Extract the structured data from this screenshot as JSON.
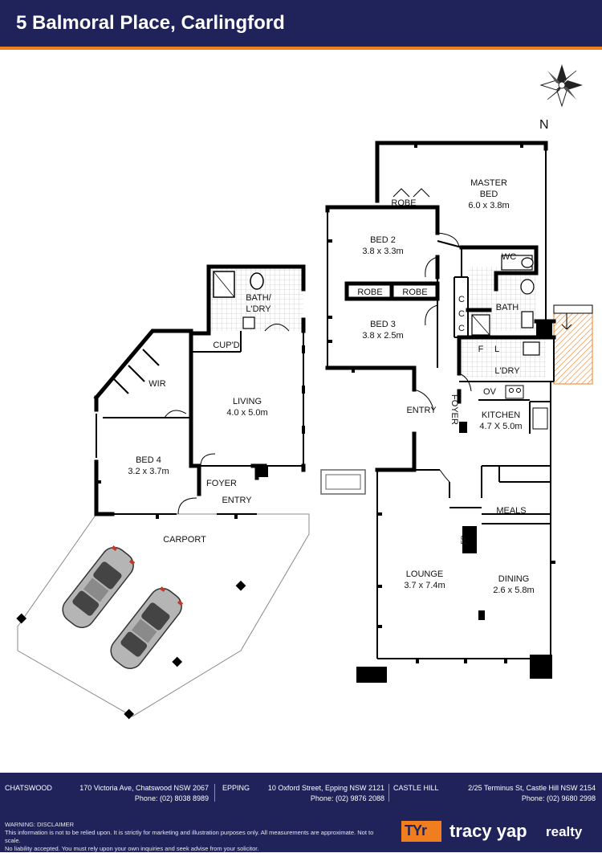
{
  "header": {
    "title": "5 Balmoral Place, Carlingford"
  },
  "compass": {
    "north_label": "N"
  },
  "rooms": {
    "master_bed": {
      "name": "MASTER\nBED",
      "line1": "MASTER",
      "line2": "BED",
      "dims": "6.0 x 3.8m"
    },
    "bed2": {
      "name": "BED 2",
      "dims": "3.8 x 3.3m"
    },
    "bed3": {
      "name": "BED 3",
      "dims": "3.8 x 2.5m"
    },
    "bed4": {
      "name": "BED 4",
      "dims": "3.2 x 3.7m"
    },
    "living": {
      "name": "LIVING",
      "dims": "4.0 x 5.0m"
    },
    "kitchen": {
      "name": "KITCHEN",
      "dims": "4.7 X 5.0m"
    },
    "lounge": {
      "name": "LOUNGE",
      "dims": "3.7 x 7.4m"
    },
    "dining": {
      "name": "DINING",
      "dims": "2.6 x 5.8m"
    },
    "bath_ldry": {
      "line1": "BATH/",
      "line2": "L'DRY"
    },
    "robe_master": "ROBE",
    "robe_bed2": "ROBE",
    "robe_bed3": "ROBE",
    "wc": "WC",
    "bath": "BATH",
    "ldry": "L'DRY",
    "cupd": "CUP'D",
    "wir": "WIR",
    "foyer_left": "FOYER",
    "entry_left": "ENTRY",
    "entry_main": "ENTRY",
    "foyer_main": "FOYER",
    "meals": "MEALS",
    "carport": "CARPORT",
    "fp": "FP",
    "ov": "OV",
    "f": "F",
    "l": "L",
    "c1": "C",
    "c2": "C",
    "c3": "C"
  },
  "footer": {
    "offices": [
      {
        "name": "CHATSWOOD",
        "address": "170 Victoria Ave, Chatswood NSW 2067",
        "phone": "Phone: (02) 8038 8989"
      },
      {
        "name": "EPPING",
        "address": "10 Oxford Street, Epping NSW 2121",
        "phone": "Phone: (02) 9876 2088"
      },
      {
        "name": "CASTLE HILL",
        "address": "2/25 Terminus St, Castle Hill NSW 2154",
        "phone": "Phone: (02) 9680 2998"
      }
    ],
    "disclaimer": {
      "line1": "WARNING: DISCLAIMER",
      "line2": "This information is not to be relied upon. It is strictly for marketing and illustration purposes only. All measurements are approximate. Not to scale.",
      "line3": "No liability accepted. You must rely upon your own inquiries and seek advise from your solicitor."
    },
    "brand": {
      "logo": "TYr",
      "name": "tracy yap",
      "suffix": "realty"
    }
  },
  "colors": {
    "header_bg": "#1f2359",
    "accent_orange": "#f07d1e",
    "wall": "#000000"
  }
}
